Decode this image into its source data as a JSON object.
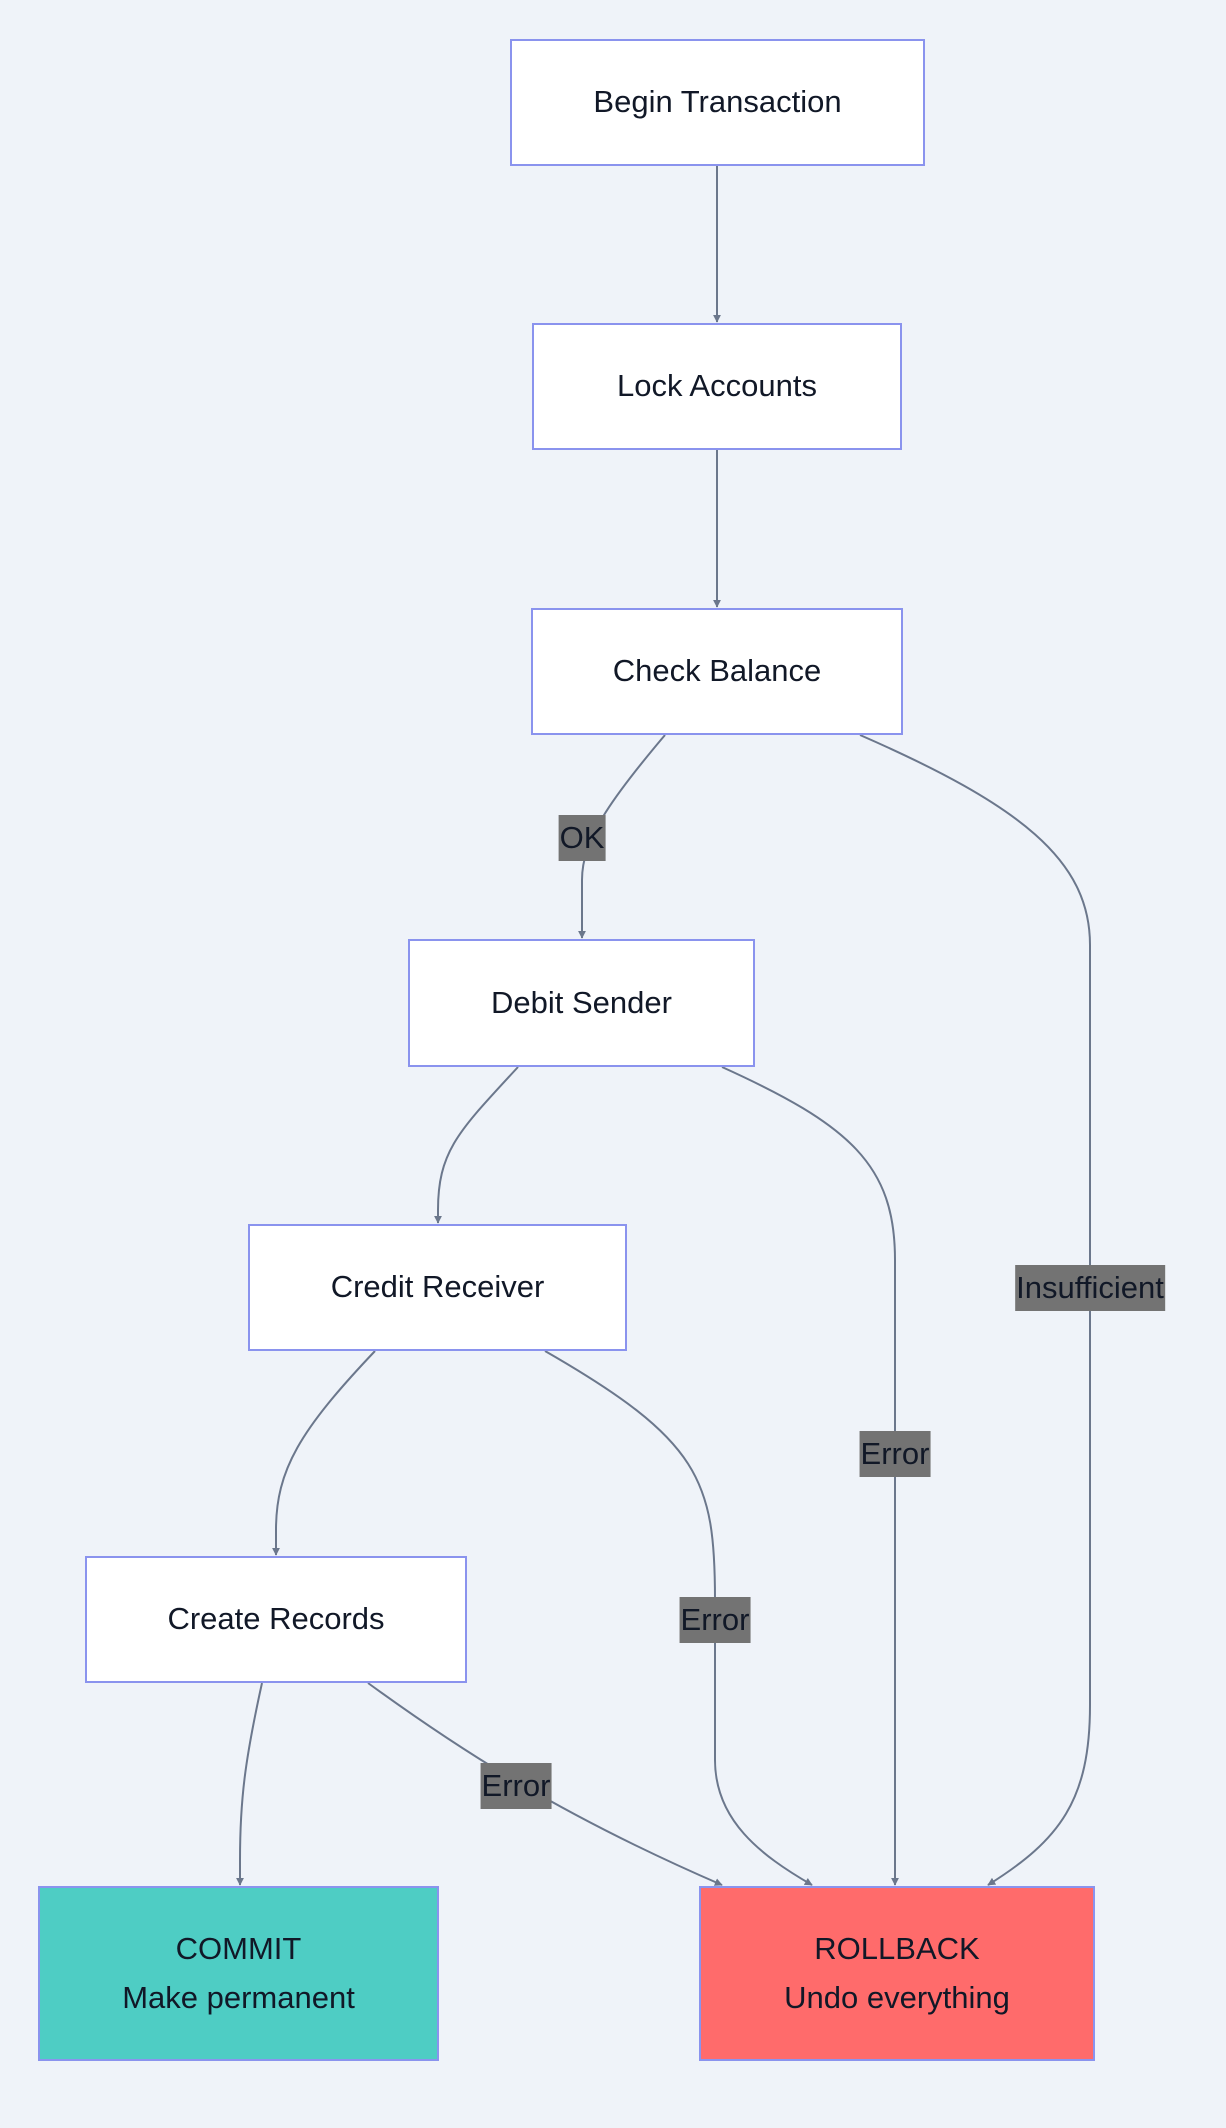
{
  "nodes": {
    "begin": "Begin Transaction",
    "lock": "Lock Accounts",
    "check": "Check Balance",
    "debit": "Debit Sender",
    "credit": "Credit Receiver",
    "records": "Create Records",
    "commit": {
      "title": "COMMIT",
      "subtitle": "Make permanent"
    },
    "rollback": {
      "title": "ROLLBACK",
      "subtitle": "Undo everything"
    }
  },
  "edge_labels": {
    "ok": "OK",
    "insufficient": "Insufficient",
    "debit_error": "Error",
    "credit_error": "Error",
    "records_error": "Error"
  },
  "colors": {
    "node_border": "#8a93ee",
    "edge": "#6b778c",
    "commit_fill": "#4ecdc4",
    "rollback_fill": "#ff6b6b",
    "label_bg": "#737373",
    "background": "#eff3f9"
  }
}
